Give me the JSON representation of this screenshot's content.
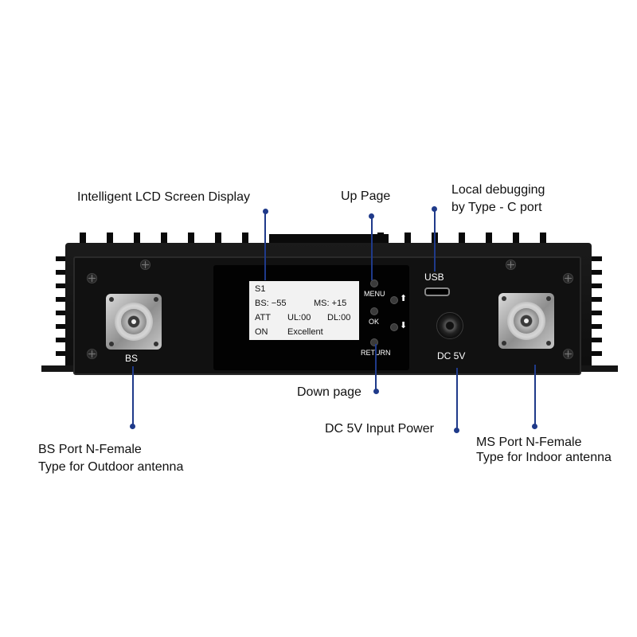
{
  "callouts": {
    "lcd": "Intelligent  LCD Screen Display",
    "up_page": "Up Page",
    "usb_line1": "Local debugging",
    "usb_line2": "by Type - C port",
    "down_page": "Down page",
    "dc_input": "DC 5V Input Power",
    "bs_line1": "BS Port N-Female",
    "bs_line2": "Type for Outdoor antenna",
    "ms_line1": "MS Port N-Female",
    "ms_line2": "Type for Indoor antenna"
  },
  "device": {
    "bs_label": "BS",
    "usb_label": "USB",
    "dc_label": "DC 5V",
    "buttons": {
      "menu": "MENU",
      "ok": "OK",
      "return": "RETURN"
    },
    "icons": {
      "up": "arrow-up-icon",
      "down": "arrow-down-icon"
    }
  },
  "lcd_screen": {
    "line1": "S1",
    "bs_value": "BS: −55",
    "ms_value": "MS: +15",
    "att": "ATT",
    "ul": "UL:00",
    "dl": "DL:00",
    "on": "ON",
    "status": "Excellent"
  },
  "colors": {
    "leader": "#1f3a8a",
    "device": "#111111",
    "lcd_bg": "#f2f2f2"
  }
}
